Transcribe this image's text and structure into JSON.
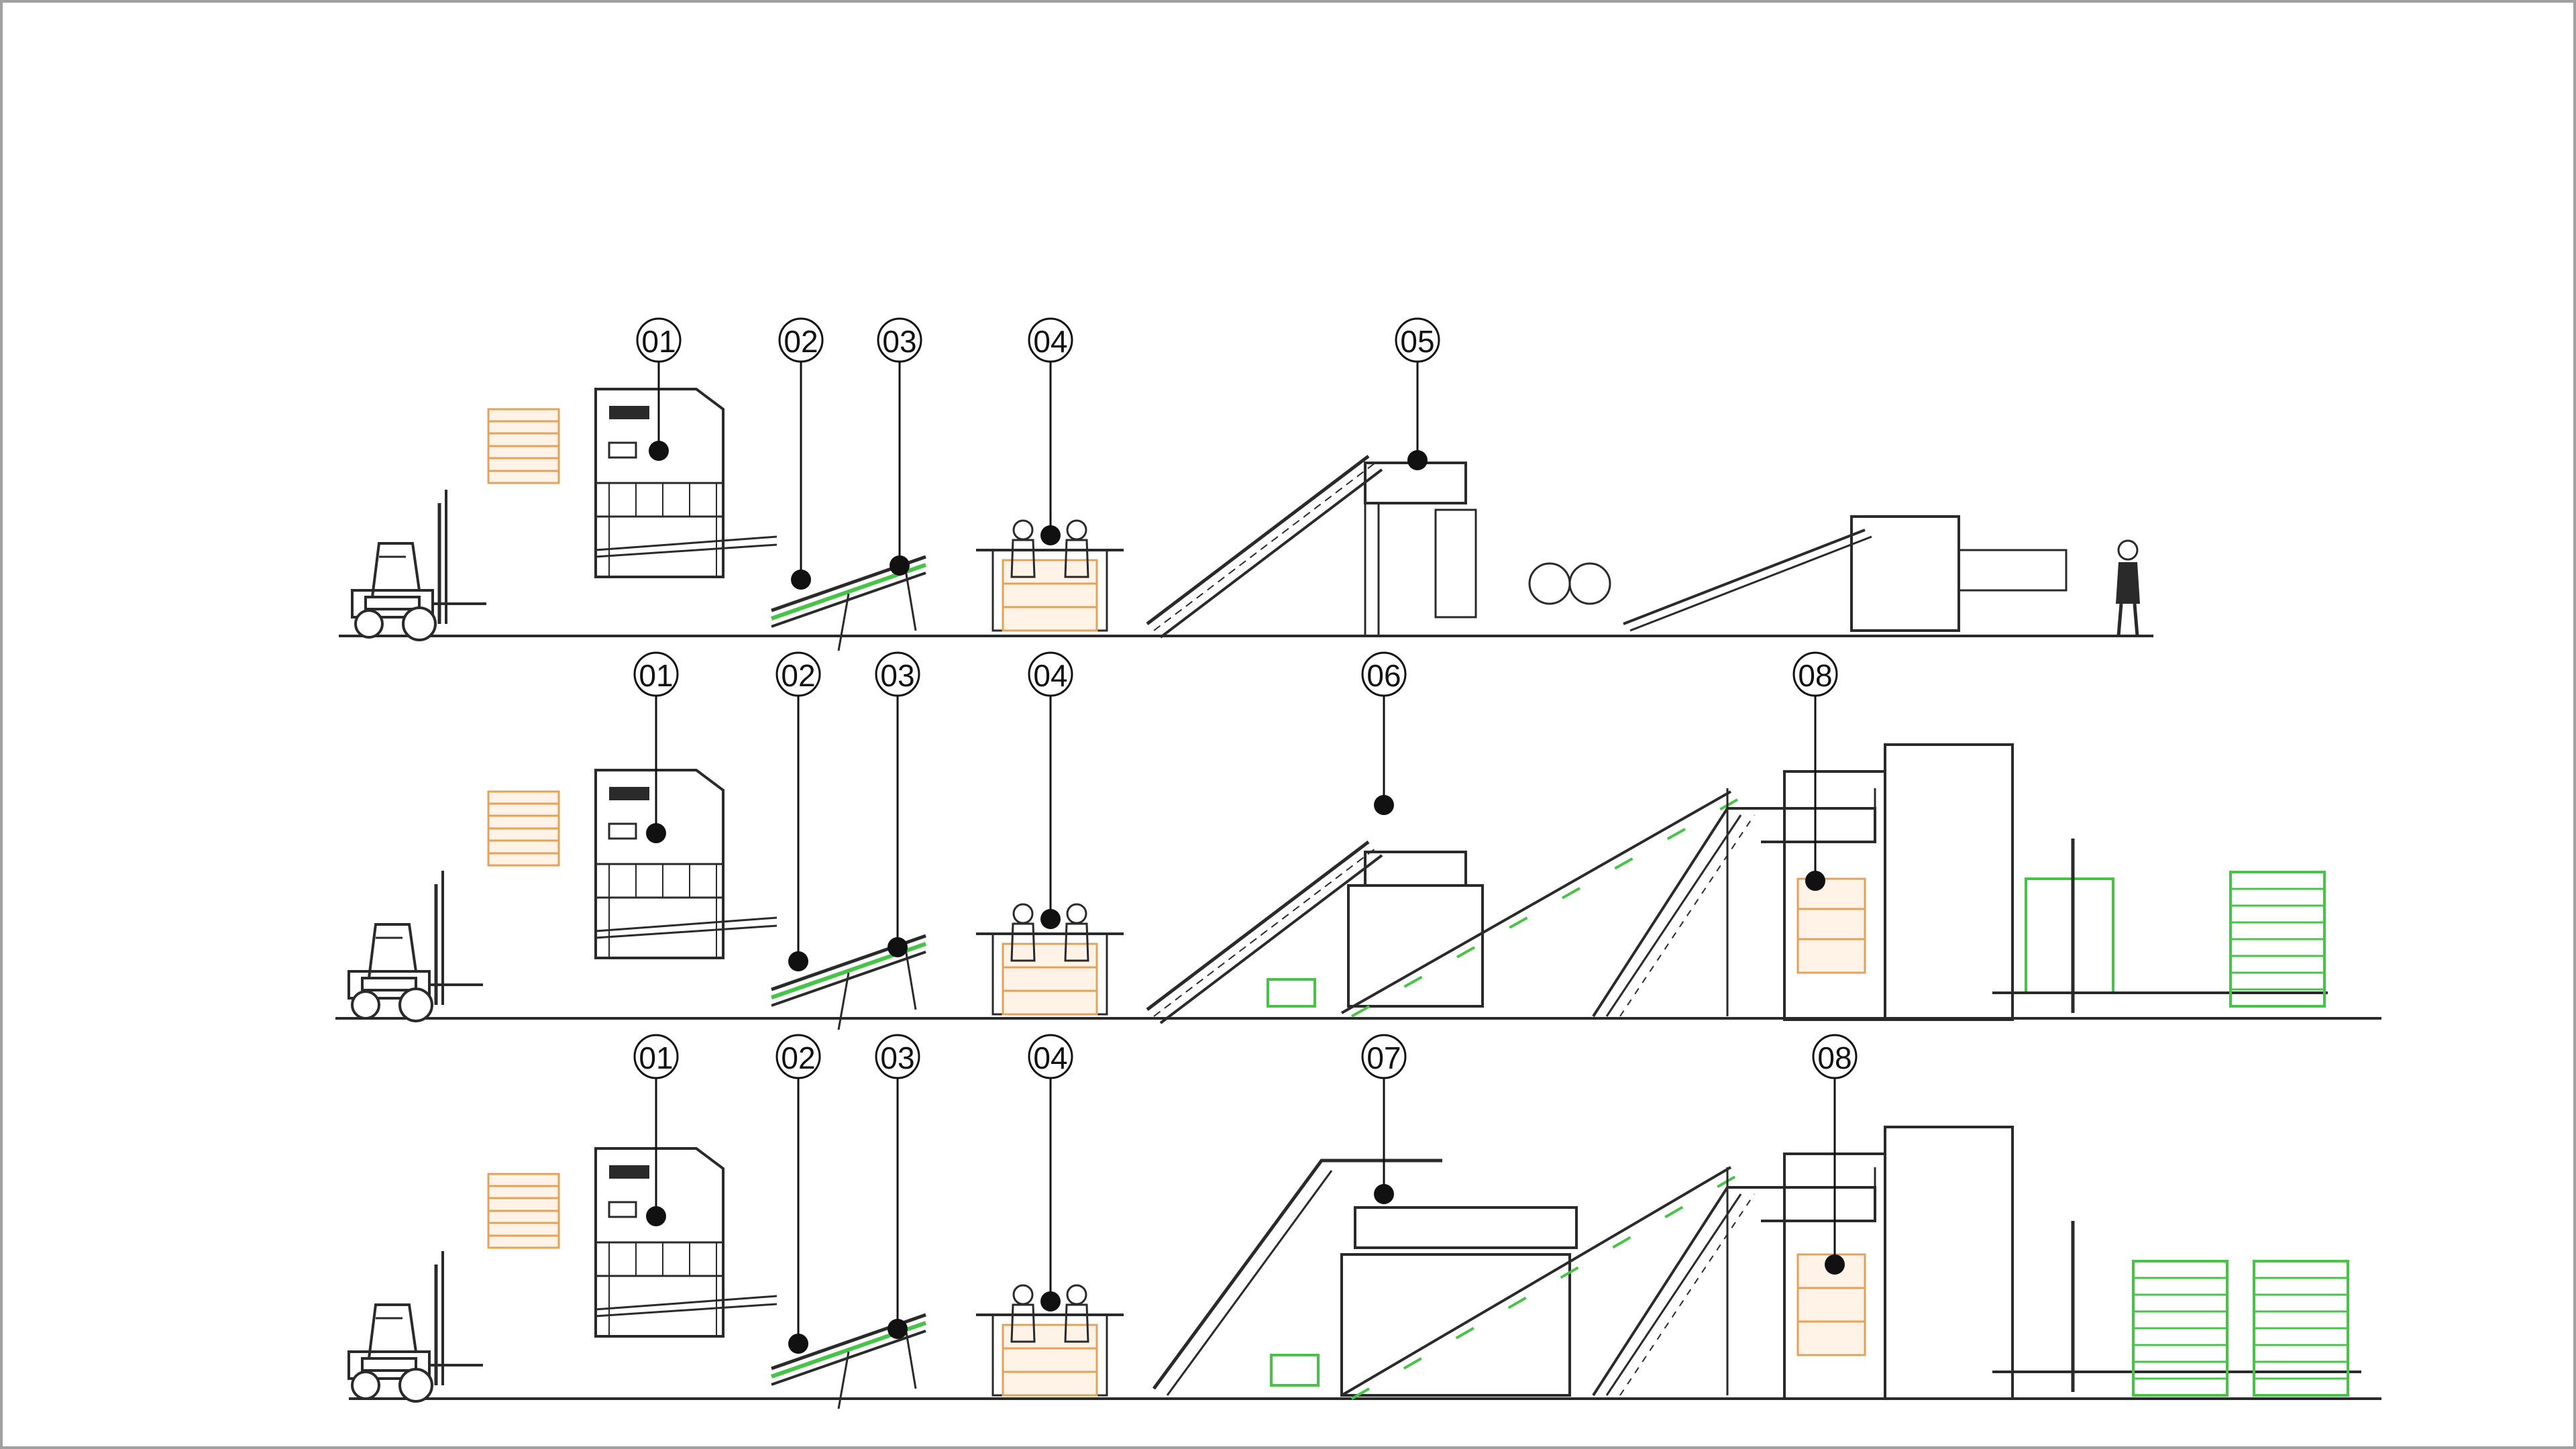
{
  "diagram": {
    "rows": [
      {
        "callouts": [
          "01",
          "02",
          "03",
          "04",
          "05"
        ]
      },
      {
        "callouts": [
          "01",
          "02",
          "03",
          "04",
          "06",
          "08"
        ]
      },
      {
        "callouts": [
          "01",
          "02",
          "03",
          "04",
          "07",
          "08"
        ]
      }
    ]
  },
  "colors": {
    "line": "#2a2a2a",
    "accent_green": "#47c447",
    "accent_orange": "#e3a25a",
    "frame": "#a0a0a0"
  },
  "icons": [
    "forklift-icon",
    "operator-icon",
    "pallet-icon"
  ]
}
